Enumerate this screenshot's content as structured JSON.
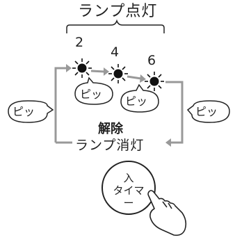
{
  "title": "ランプ点灯",
  "steps": [
    {
      "number": "2"
    },
    {
      "number": "4"
    },
    {
      "number": "6"
    }
  ],
  "beep": "ピッ",
  "release_label": "解除",
  "lamp_off_label": "ランプ消灯",
  "button": {
    "line1": "入",
    "line2": "タイマー"
  },
  "colors": {
    "line": "#222222",
    "arrow_loop": "#999999",
    "lamp": "#111111"
  },
  "icons": [
    "lamp-icon",
    "hand-pointer-icon"
  ]
}
